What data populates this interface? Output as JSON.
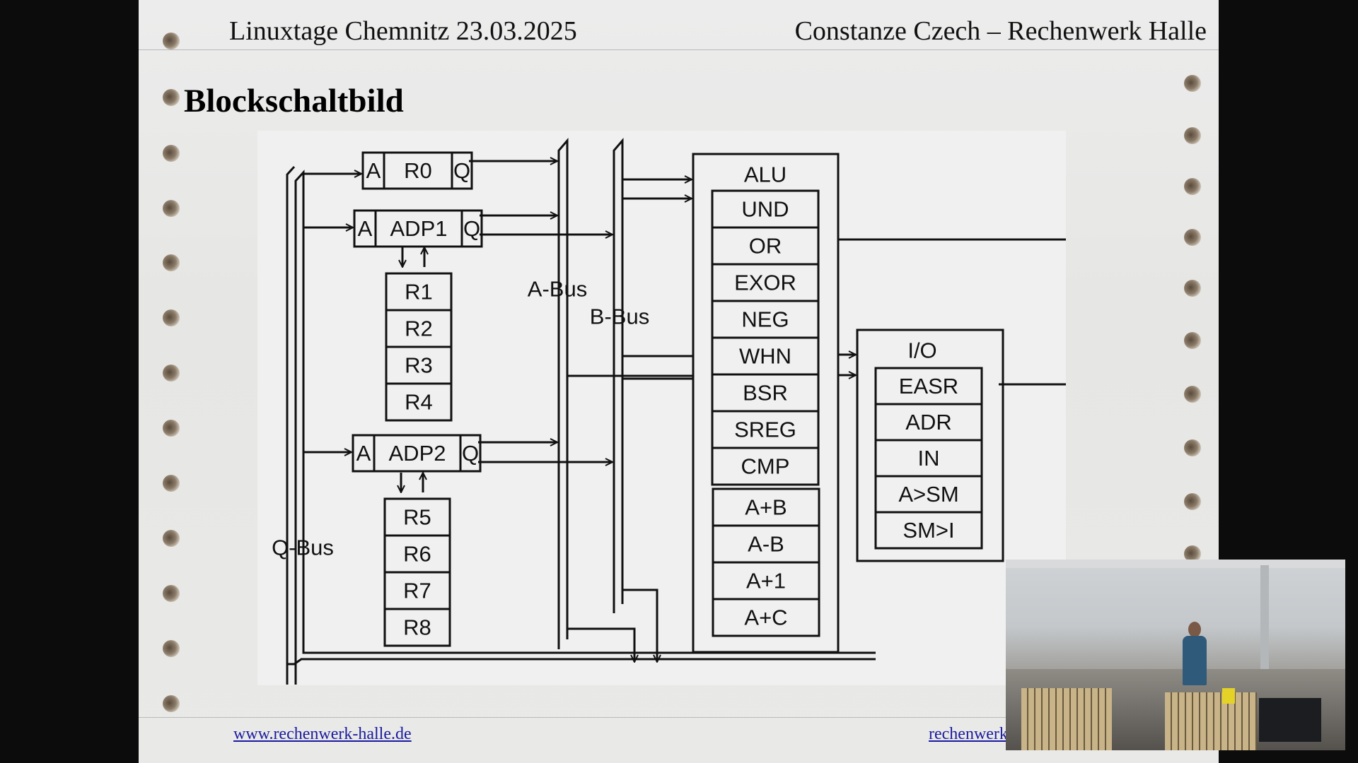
{
  "slide": {
    "header_left": "Linuxtage Chemnitz 23.03.2025",
    "header_right": "Constanze Czech – Rechenwerk Halle",
    "title": "Blockschaltbild",
    "footer_link": "www.rechenwerk-halle.de",
    "footer_right": "rechenwerk"
  },
  "diagram": {
    "bus_labels": {
      "q_bus": "Q-Bus",
      "a_bus": "A-Bus",
      "b_bus": "B-Bus"
    },
    "r0": {
      "in": "A",
      "name": "R0",
      "out": "Q"
    },
    "adp1": {
      "in": "A",
      "name": "ADP1",
      "out": "Q"
    },
    "adp2": {
      "in": "A",
      "name": "ADP2",
      "out": "Q"
    },
    "bank1": [
      "R1",
      "R2",
      "R3",
      "R4"
    ],
    "bank2": [
      "R5",
      "R6",
      "R7",
      "R8"
    ],
    "alu_title": "ALU",
    "alu_logic": [
      "UND",
      "OR",
      "EXOR",
      "NEG",
      "WHN",
      "BSR",
      "SREG",
      "CMP"
    ],
    "alu_arith": [
      "A+B",
      "A-B",
      "A+1",
      "A+C"
    ],
    "io_title": "I/O",
    "io_units": [
      "EASR",
      "ADR",
      "IN",
      "A>SM",
      "SM>I"
    ]
  },
  "colors": {
    "slide_bg": "#e9e9e7",
    "diagram_bg": "#f0f0f0",
    "ink": "#111111",
    "link": "#1a1aa0"
  },
  "webcam": {
    "content": "presenter-video"
  }
}
